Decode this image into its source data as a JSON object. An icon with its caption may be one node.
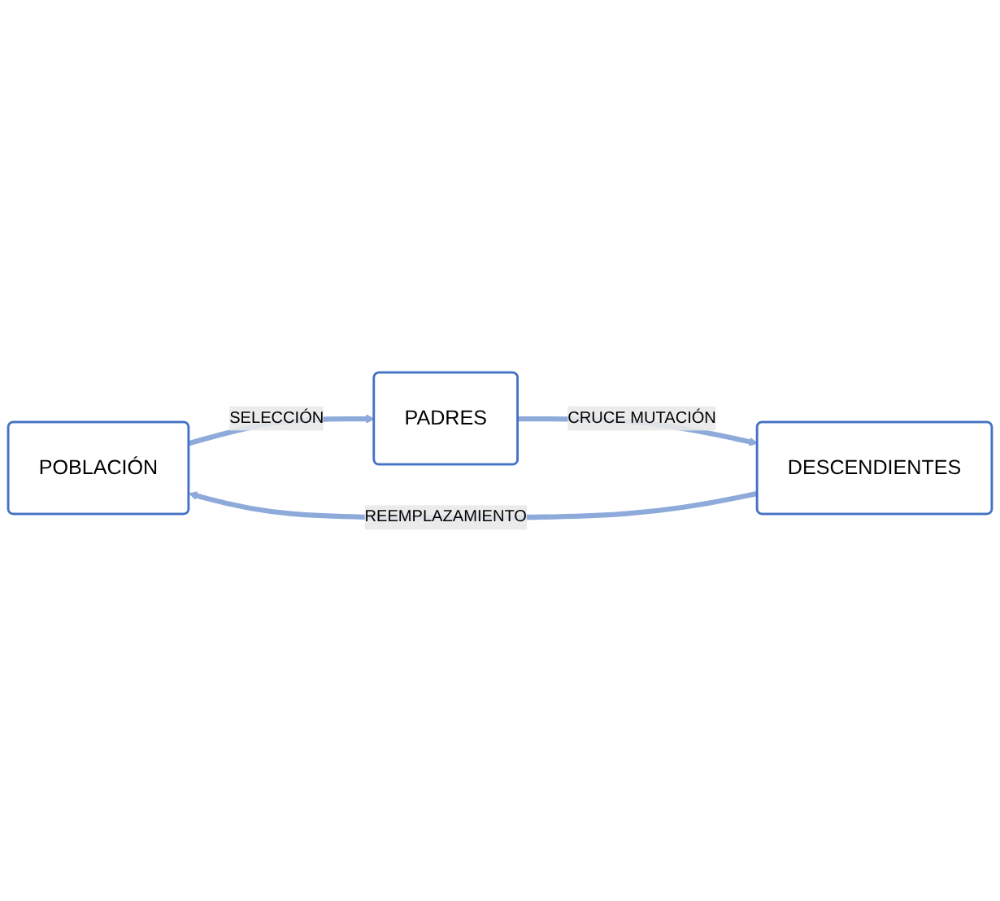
{
  "diagram": {
    "nodes": [
      {
        "text": [
          "POBLACIÓN"
        ]
      },
      {
        "text": [
          "PADRES"
        ]
      },
      {
        "text": [
          "DESCENDIENTES"
        ]
      }
    ],
    "edges": [
      {
        "from": 0,
        "to": 1,
        "arrow": "to",
        "label": "SELECCIÓN"
      },
      {
        "from": 1,
        "to": 2,
        "arrow": "to",
        "label": "CRUCE MUTACIÓN"
      },
      {
        "from": 2,
        "to": 0,
        "arrow": "to",
        "label": "REEMPLAZAMIENTO"
      }
    ]
  }
}
